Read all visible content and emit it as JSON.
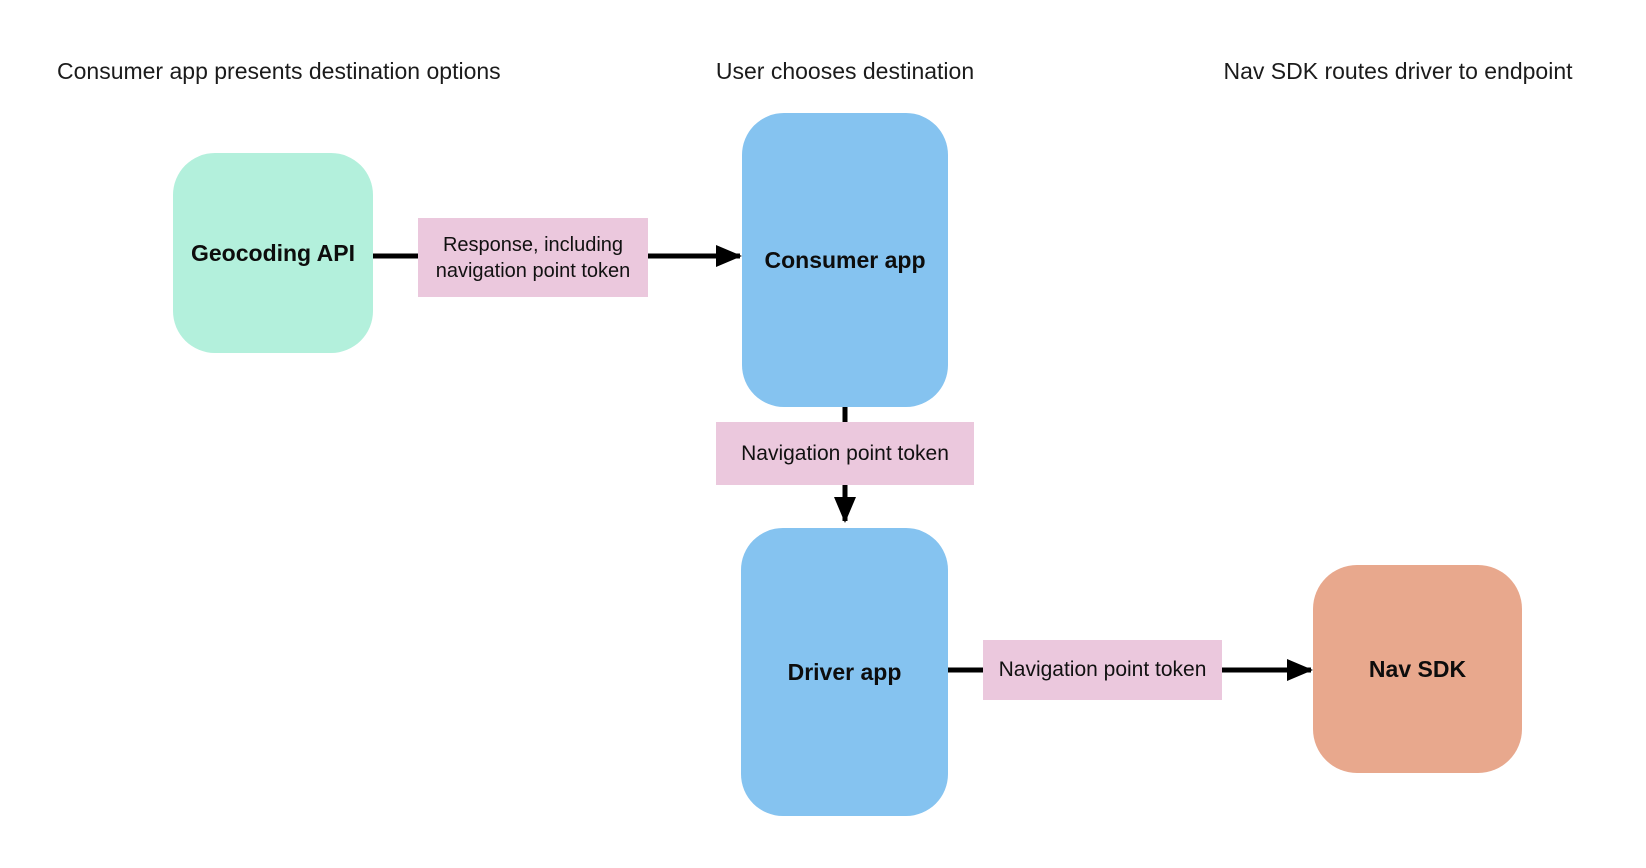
{
  "diagram": {
    "headers": [
      {
        "text": "Consumer app presents destination options"
      },
      {
        "text": "User chooses destination"
      },
      {
        "text": "Nav SDK routes driver to endpoint"
      }
    ],
    "nodes": {
      "geocoding_api": {
        "label": "Geocoding API",
        "color": "#b3f0dc"
      },
      "consumer_app": {
        "label": "Consumer app",
        "color": "#85c3f0"
      },
      "driver_app": {
        "label": "Driver app",
        "color": "#85c3f0"
      },
      "nav_sdk": {
        "label": "Nav SDK",
        "color": "#e8a88d"
      }
    },
    "edges": {
      "geocoding_to_consumer": {
        "label": "Response, including navigation point token",
        "label_color": "#ebc8dd",
        "arrow_color": "#000000"
      },
      "consumer_to_driver": {
        "label": "Navigation point token",
        "label_color": "#ebc8dd",
        "arrow_color": "#000000"
      },
      "driver_to_navsdk": {
        "label": "Navigation point token",
        "label_color": "#ebc8dd",
        "arrow_color": "#000000"
      }
    },
    "colors": {
      "background": "#ffffff",
      "heading_text": "#1b1b1b",
      "node_text": "#0d0d0d"
    }
  }
}
